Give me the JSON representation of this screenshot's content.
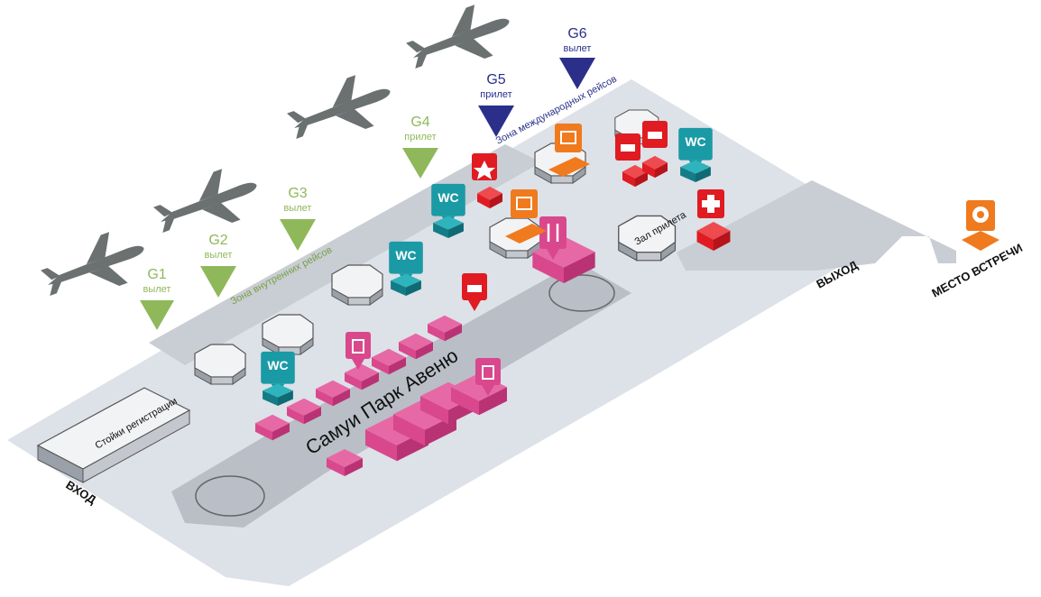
{
  "gates": [
    {
      "code": "G1",
      "sub": "вылет",
      "color": "#8fb85a"
    },
    {
      "code": "G2",
      "sub": "вылет",
      "color": "#8fb85a"
    },
    {
      "code": "G3",
      "sub": "вылет",
      "color": "#8fb85a"
    },
    {
      "code": "G4",
      "sub": "прилет",
      "color": "#8fb85a"
    },
    {
      "code": "G5",
      "sub": "прилет",
      "color": "#2b2f8a"
    },
    {
      "code": "G6",
      "sub": "вылет",
      "color": "#2b2f8a"
    }
  ],
  "zones": {
    "domestic": "Зона внутренних рейсов",
    "international": "Зона международных рейсов"
  },
  "areas": {
    "checkin": "Стойки регистрации",
    "hall": "Зал прилета",
    "avenue": "Самуи Парк Авеню"
  },
  "directions": {
    "entrance": "ВХОД",
    "exit": "ВЫХОД",
    "meeting": "МЕСТО ВСТРЕЧИ"
  },
  "wc": {
    "label": "WC",
    "color": "#1a9aa5"
  },
  "colors": {
    "floor": "#dde1e8",
    "path": "#b3b8c1",
    "shop": "#d9488c",
    "service": "#e01b22",
    "baggage": "#f07a1e",
    "plane": "#6b7071"
  }
}
